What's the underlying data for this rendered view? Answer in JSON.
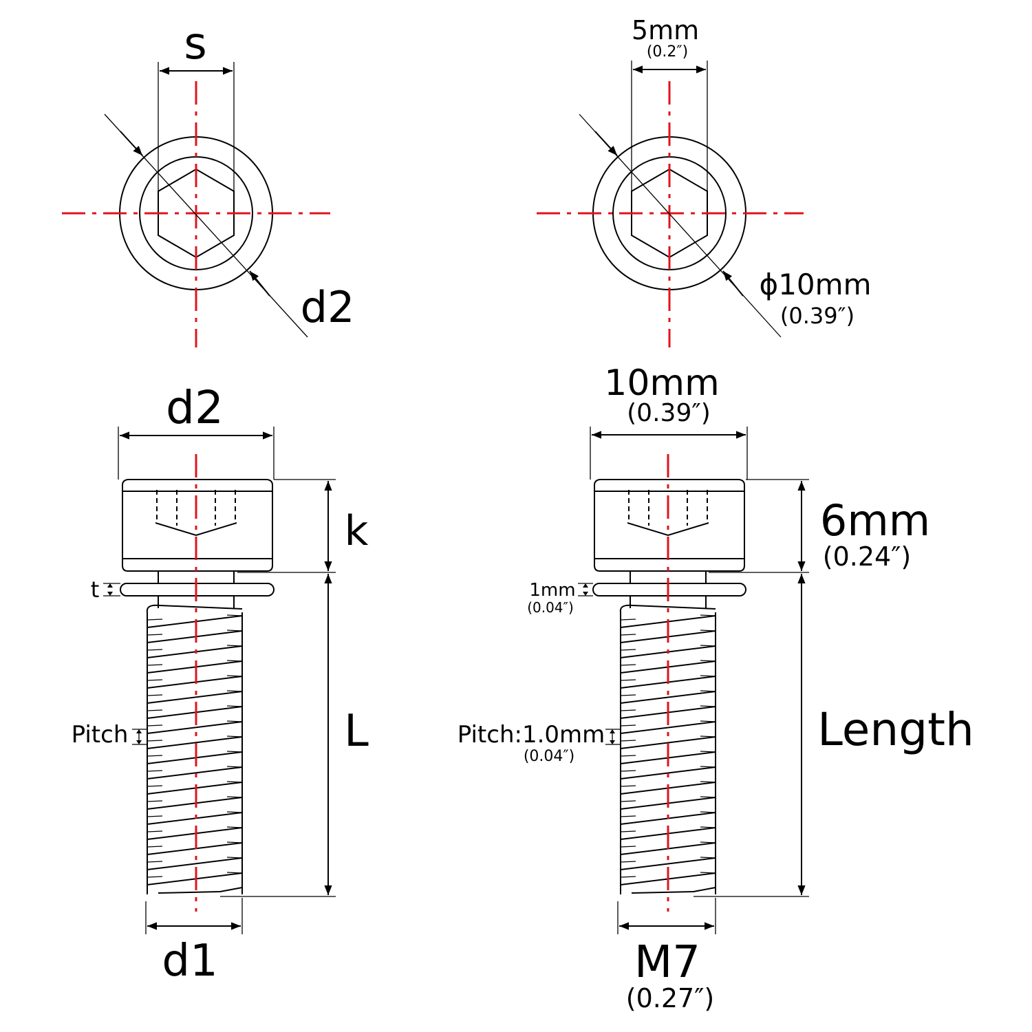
{
  "left": {
    "s": "s",
    "d2_top": "d2",
    "d2_side": "d2",
    "k": "k",
    "t": "t",
    "pitch": "Pitch",
    "L": "L",
    "d1": "d1"
  },
  "right": {
    "hex_size": "5mm",
    "hex_size_in": "(0.2″)",
    "head_dia": "ϕ10mm",
    "head_dia_in": "(0.39″)",
    "width": "10mm",
    "width_in": "(0.39″)",
    "head_height": "6mm",
    "head_height_in": "(0.24″)",
    "washer": "1mm",
    "washer_in": "(0.04″)",
    "pitch": "Pitch:1.0mm",
    "pitch_in": "(0.04″)",
    "length": "Length",
    "thread": "M7",
    "thread_in": "(0.27″)"
  },
  "colors": {
    "line": "#000000",
    "centerline": "#e0131b"
  }
}
